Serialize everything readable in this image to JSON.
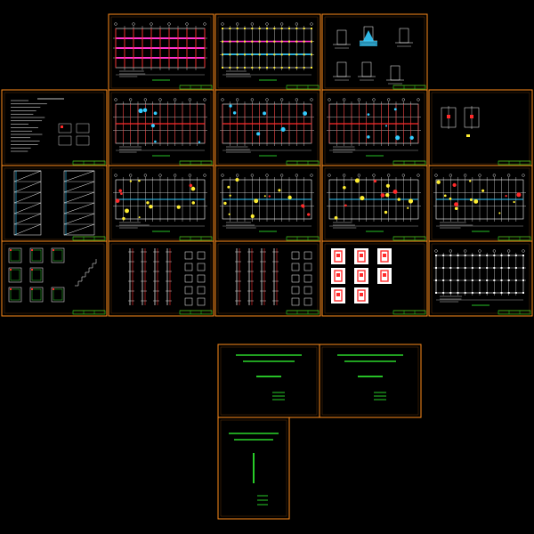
{
  "drawing_set": {
    "sheets": [
      {
        "id": "s-r1-1",
        "kind": "plan-colored"
      },
      {
        "id": "s-r1-2",
        "kind": "plan-colored-2"
      },
      {
        "id": "s-r1-3",
        "kind": "details"
      },
      {
        "id": "s-r2-0",
        "kind": "notes"
      },
      {
        "id": "s-r2-1",
        "kind": "plan-red"
      },
      {
        "id": "s-r2-2",
        "kind": "plan-red"
      },
      {
        "id": "s-r2-3",
        "kind": "plan-red"
      },
      {
        "id": "s-r2-4",
        "kind": "small-details"
      },
      {
        "id": "s-r3-0",
        "kind": "elevation"
      },
      {
        "id": "s-r3-1",
        "kind": "plan-yellow"
      },
      {
        "id": "s-r3-2",
        "kind": "plan-yellow"
      },
      {
        "id": "s-r3-3",
        "kind": "plan-yellow"
      },
      {
        "id": "s-r3-4",
        "kind": "plan-yellow"
      },
      {
        "id": "s-r4-0",
        "kind": "stairs"
      },
      {
        "id": "s-r4-1",
        "kind": "columns"
      },
      {
        "id": "s-r4-2",
        "kind": "columns"
      },
      {
        "id": "s-r4-3",
        "kind": "sections-red"
      },
      {
        "id": "s-r4-4",
        "kind": "plan-grid"
      },
      {
        "id": "c-1",
        "kind": "cover"
      },
      {
        "id": "c-2",
        "kind": "cover"
      },
      {
        "id": "c-3",
        "kind": "cover-vertical"
      }
    ]
  },
  "colors": {
    "frame": "#ff8c1a",
    "background": "#000000",
    "grid_line": "#ffffff",
    "beam_red": "#ff2a2a",
    "magenta": "#ff33cc",
    "cyan": "#33ccff",
    "yellow": "#ffee33",
    "cover_text": "#33ff33",
    "title_block_green": "#22dd22"
  },
  "icons": [
    "grid-plan-symbol",
    "column-detail-symbol",
    "stair-symbol"
  ]
}
